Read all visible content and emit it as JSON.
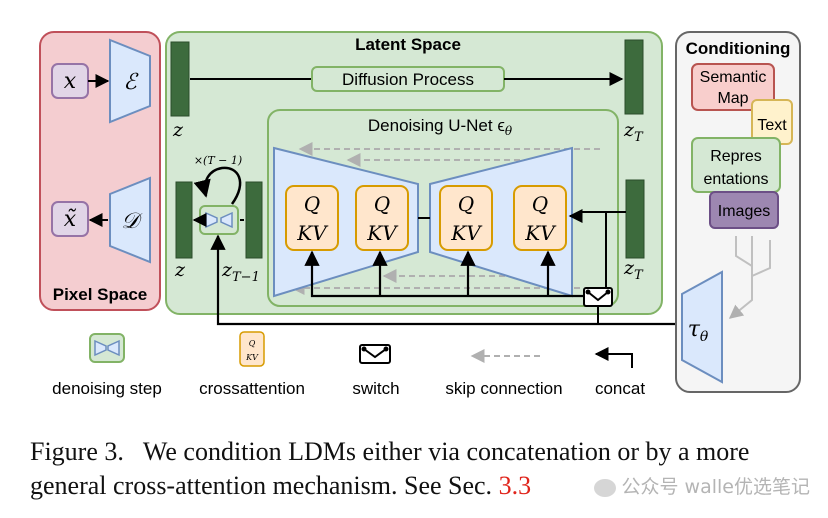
{
  "pixel_space": {
    "title": "Pixel Space",
    "x": "x",
    "x_tilde": "x̃",
    "encoder": "ℰ",
    "decoder": "𝒟"
  },
  "latent_space": {
    "title": "Latent Space",
    "diffusion_process": "Diffusion Process",
    "z_top": "z",
    "z_T_top": "z",
    "z_T_sub": "T",
    "z_bottom": "z",
    "z_T1": "z",
    "z_T1_sub": "T−1",
    "z_T_bottom": "z",
    "z_T_bottom_sub": "T",
    "loop_label": "×(T − 1)",
    "unet_title": "Denoising U-Net ϵ",
    "unet_sub": "θ",
    "qkv_q": "Q",
    "qkv_kv": "KV"
  },
  "conditioning": {
    "title": "Conditioning",
    "semantic_map": [
      "Semantic",
      "Map"
    ],
    "text": "Text",
    "representations": [
      "Repres",
      "entations"
    ],
    "images": "Images",
    "tau": "τ",
    "tau_sub": "θ"
  },
  "legend": {
    "denoising_step": "denoising step",
    "crossattention": "crossattention",
    "switch": "switch",
    "skip_connection": "skip connection",
    "concat": "concat"
  },
  "caption": {
    "prefix": "Figure 3.",
    "text": "We condition LDMs either via concatenation or by a more general cross-attention mechanism. See Sec.",
    "ref": "3.3"
  },
  "watermark": "公众号 walle优选笔记",
  "colors": {
    "pixel_fill": "#f4cdd0",
    "pixel_stroke": "#c0505a",
    "latent_fill": "#d5e8d4",
    "latent_stroke": "#82b366",
    "latent_bar": "#3d6b3d",
    "trap_fill": "#dae8fc",
    "trap_stroke": "#6c8ebf",
    "qkv_fill": "#ffe6cc",
    "qkv_stroke": "#d79b00",
    "cond_fill": "#f5f5f5",
    "cond_stroke": "#666666",
    "purple_fill": "#e1d5e7",
    "purple_stroke": "#9673a6",
    "text_fill": "#fff2cc",
    "text_stroke": "#d6b656",
    "caption_ref": "#e0241b"
  }
}
